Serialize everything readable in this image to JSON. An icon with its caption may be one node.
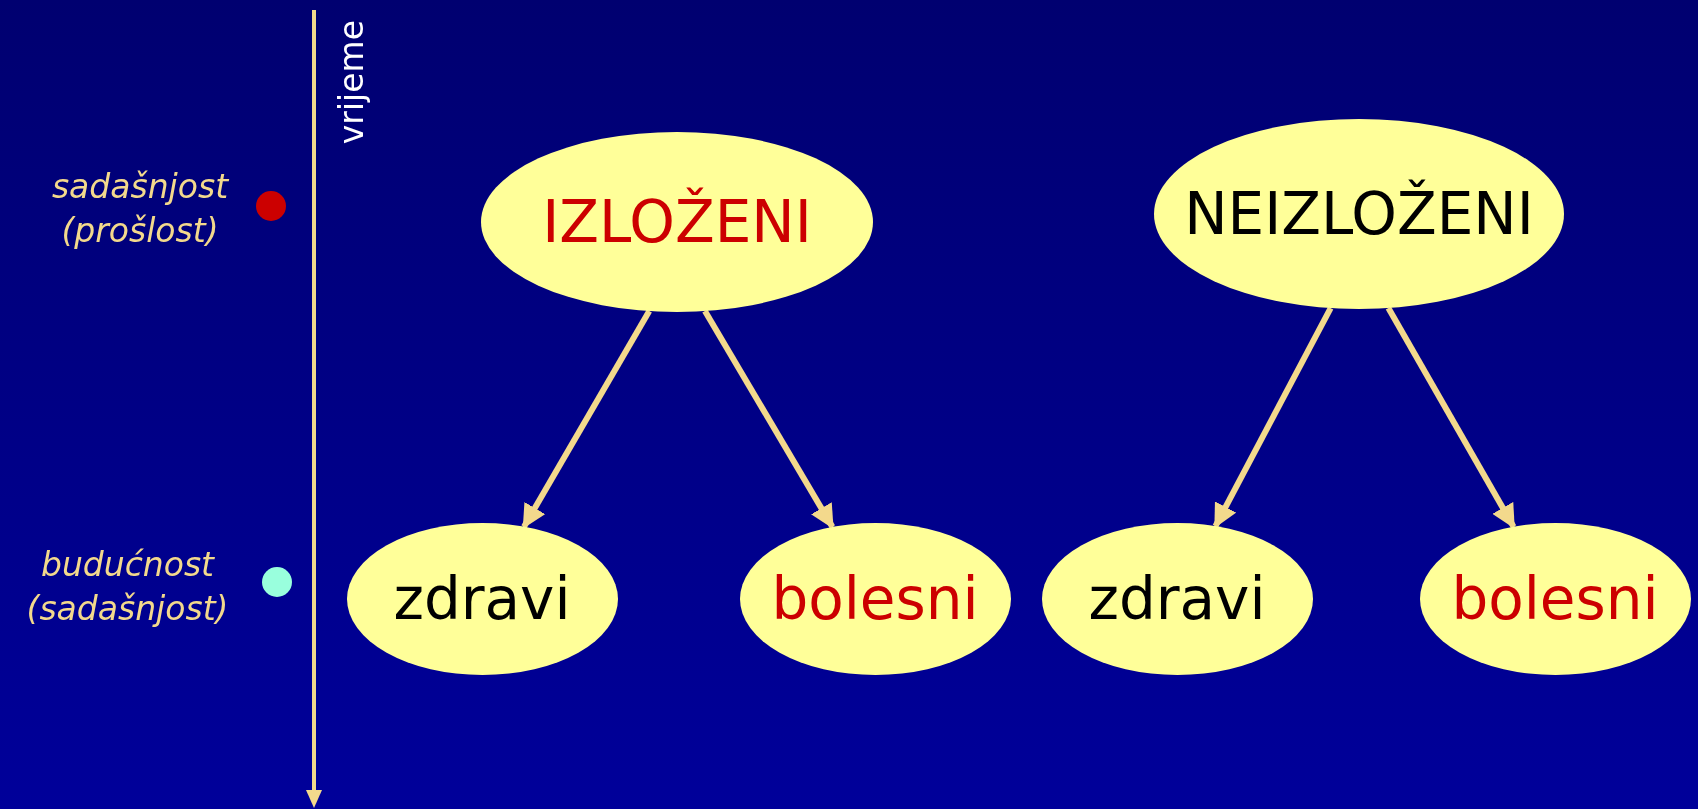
{
  "diagram": {
    "nodes": [
      {
        "text": [
          "IZLOŽENI"
        ]
      },
      {
        "text": [
          "NEIZLOŽENI"
        ]
      },
      {
        "text": [
          "zdravi"
        ]
      },
      {
        "text": [
          "bolesni"
        ]
      },
      {
        "text": [
          "zdravi"
        ]
      },
      {
        "text": [
          "bolesni"
        ]
      }
    ],
    "edges": [
      {
        "from": 0,
        "to": 2,
        "arrow": "to"
      },
      {
        "from": 0,
        "to": 3,
        "arrow": "to"
      },
      {
        "from": 1,
        "to": 4,
        "arrow": "to"
      },
      {
        "from": 1,
        "to": 5,
        "arrow": "to"
      }
    ],
    "labels": [
      "vrijeme",
      "sadašnjost (prošlost)",
      "budućnost (sadašnjost)"
    ]
  }
}
